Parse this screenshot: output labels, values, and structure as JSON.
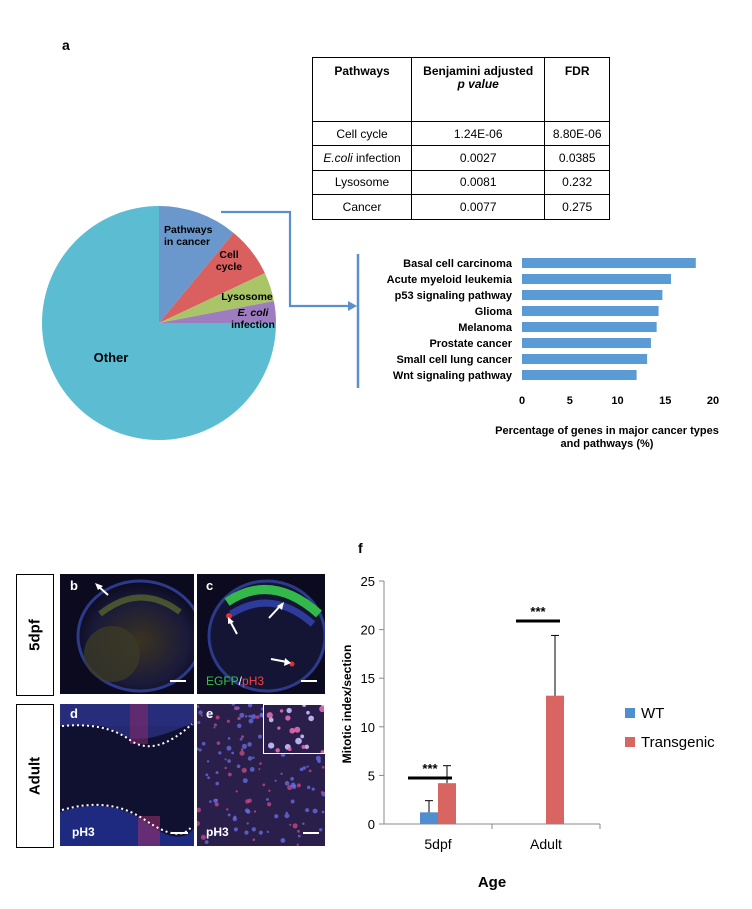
{
  "panel_labels": {
    "a": "a",
    "b": "b",
    "c": "c",
    "d": "d",
    "e": "e",
    "f": "f"
  },
  "table": {
    "headers": [
      "Pathways",
      "Benjamini adjusted",
      "p value",
      "FDR"
    ],
    "rows": [
      {
        "pathway": "Cell cycle",
        "italic": false,
        "p": "1.24E-06",
        "fdr": "8.80E-06"
      },
      {
        "pathway": "E.coli",
        "suffix": " infection",
        "italic": true,
        "p": "0.0027",
        "fdr": "0.0385"
      },
      {
        "pathway": "Lysosome",
        "italic": false,
        "p": "0.0081",
        "fdr": "0.232"
      },
      {
        "pathway": "Cancer",
        "italic": false,
        "p": "0.0077",
        "fdr": "0.275"
      }
    ]
  },
  "chart_data": [
    {
      "type": "pie",
      "slices": [
        {
          "label": "Pathways in cancer",
          "value": 11,
          "color": "#6a98cc"
        },
        {
          "label": "Cell cycle",
          "value": 7,
          "color": "#d9605e"
        },
        {
          "label": "Lysosome",
          "value": 4,
          "color": "#a9c567"
        },
        {
          "label": "E. coli infection",
          "value": 3,
          "color": "#9d7cbf"
        },
        {
          "label": "Other",
          "value": 75,
          "color": "#5bbcd2"
        }
      ]
    },
    {
      "type": "bar",
      "orientation": "horizontal",
      "categories": [
        "Basal cell carcinoma",
        "Acute myeloid leukemia",
        "p53 signaling pathway",
        "Glioma",
        "Melanoma",
        "Prostate cancer",
        "Small cell lung cancer",
        "Wnt signaling pathway"
      ],
      "values": [
        18.2,
        15.6,
        14.7,
        14.3,
        14.1,
        13.5,
        13.1,
        12.0
      ],
      "xticks": [
        "0",
        "5",
        "10",
        "15",
        "20"
      ],
      "xlim": [
        0,
        20
      ],
      "xlabel": "Percentage of genes in major cancer types and pathways (%)",
      "xlabel_lines": [
        "Percentage of genes in major cancer types",
        "and pathways (%)"
      ],
      "color": "#5b9bd5"
    },
    {
      "type": "bar",
      "categories": [
        "5dpf",
        "Adult"
      ],
      "series": [
        {
          "name": "WT",
          "values": [
            1.2,
            0
          ],
          "errors": [
            1.2,
            0
          ],
          "color": "#4f8fd0"
        },
        {
          "name": "Transgenic",
          "values": [
            4.2,
            13.2
          ],
          "errors": [
            1.8,
            6.2
          ],
          "color": "#d96563"
        }
      ],
      "ylabel": "Mitotic index/section",
      "xlabel": "Age",
      "ylim": [
        0,
        25
      ],
      "yticks": [
        "0",
        "5",
        "10",
        "15",
        "20",
        "25"
      ],
      "significance": [
        "***",
        "***"
      ],
      "legend_position": "right"
    }
  ],
  "micrographs": {
    "row_labels": [
      "5dpf",
      "Adult"
    ],
    "c_caption_green": "EGFP",
    "c_caption_sep": "/",
    "c_caption_red": "pH3",
    "d_label": "pH3",
    "e_label": "pH3"
  }
}
